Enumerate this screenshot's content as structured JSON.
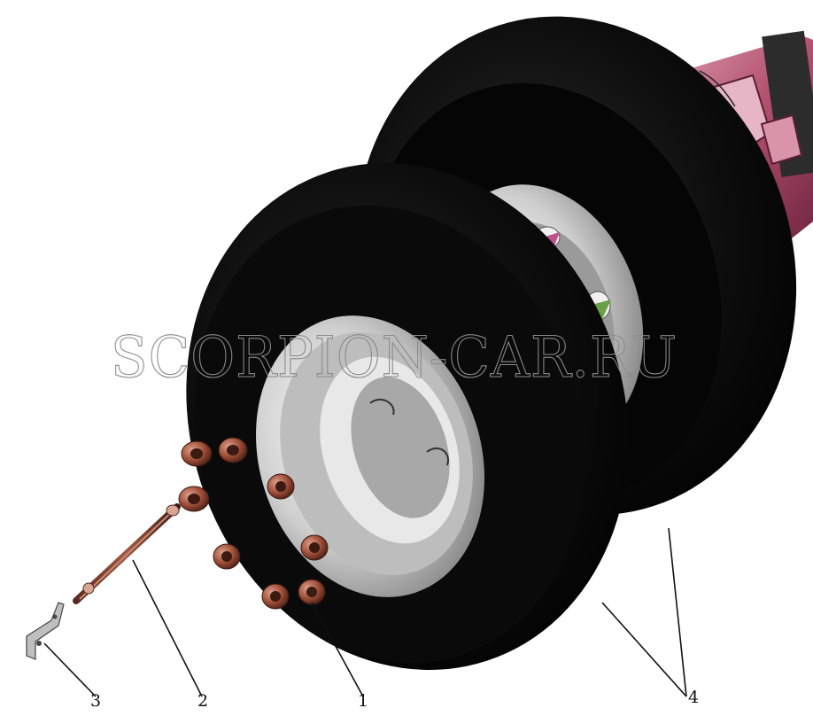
{
  "watermark": "SCORPION-CAR.RU",
  "callouts": {
    "c1": "1",
    "c2": "2",
    "c3": "3",
    "c4": "4"
  },
  "colors": {
    "tire": "#0b0b0b",
    "rim": "#d9d9d9",
    "nut": "#9a4a35",
    "hub": "#b0506c",
    "line": "#111111"
  },
  "icons": {
    "part1": "wheel-nut-icon",
    "part2": "wheel-stud-icon",
    "part3": "bracket-clip-icon",
    "part4": "dual-wheel-icon"
  }
}
